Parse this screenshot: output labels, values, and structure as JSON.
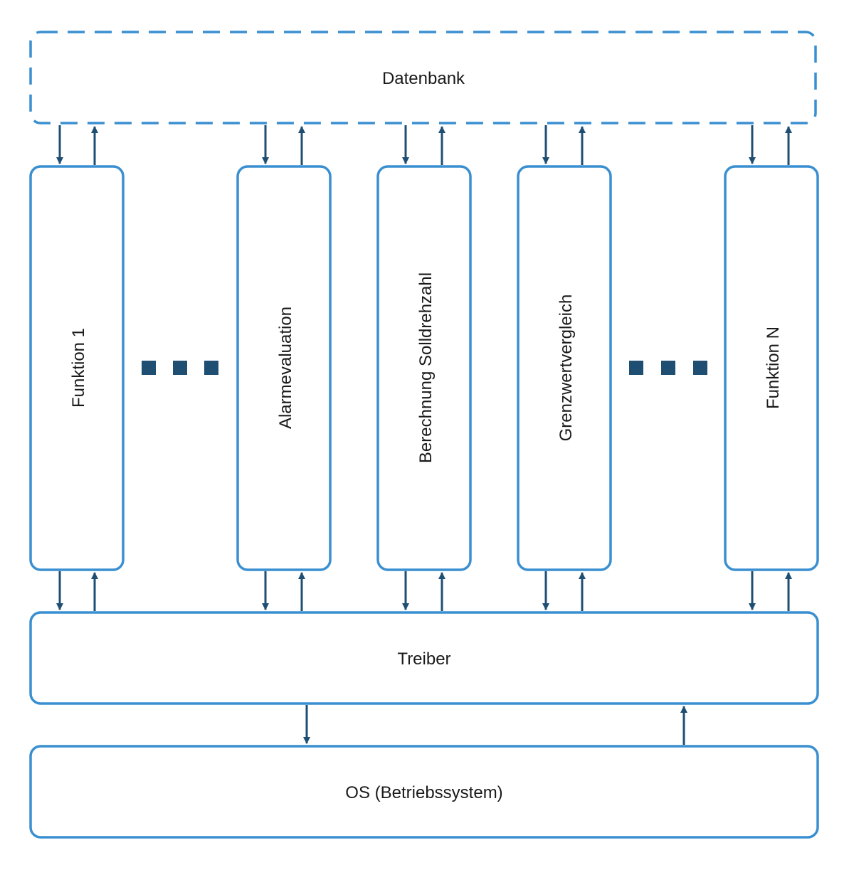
{
  "colors": {
    "box_stroke": "#3a8fd0",
    "arrow": "#1f4e73",
    "dots": "#1f4e73",
    "text": "#1a1a1a",
    "background": "#ffffff"
  },
  "database": {
    "label": "Datenbank",
    "border_style": "dashed"
  },
  "functions": [
    {
      "label": "Funktion 1"
    },
    {
      "label": "Alarmevaluation"
    },
    {
      "label": "Berechnung Solldrehzahl"
    },
    {
      "label": "Grenzwertvergleich"
    },
    {
      "label": "Funktion N"
    }
  ],
  "driver": {
    "label": "Treiber"
  },
  "os": {
    "label": "OS (Betriebssystem)"
  }
}
